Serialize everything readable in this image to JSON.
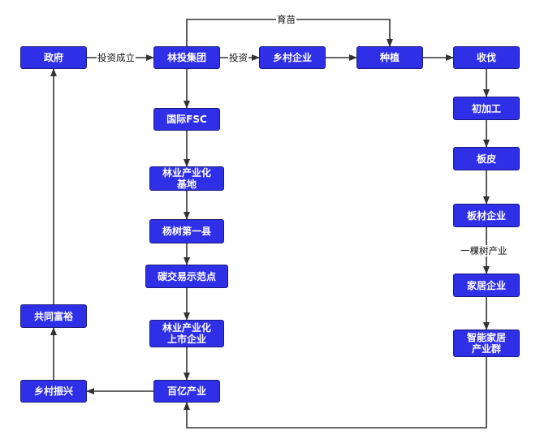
{
  "colors": {
    "node_fill": "#2f2fe8",
    "node_border": "#1b1b7a",
    "edge": "#333333"
  },
  "nodes": {
    "zhengfu": "政府",
    "lintou": "林投集团",
    "xiangcun_qiye": "乡村企业",
    "zhongzhi": "种植",
    "shoufa": "收伐",
    "guoji_fsc": "国际FSC",
    "chanyehua_jidi": "林业产业化\n基地",
    "yangshu": "杨树第一县",
    "tanjiaoyi": "碳交易示范点",
    "shangshi": "林业产业化\n上市企业",
    "baiyi": "百亿产业",
    "xiangcun_zhenxing": "乡村振兴",
    "gongtong_fuyu": "共同富裕",
    "chujiagong": "初加工",
    "banpi": "板皮",
    "bancai": "板材企业",
    "jiaju": "家居企业",
    "zhineng_jiaju": "智能家居\n产业群"
  },
  "edge_labels": {
    "touzi_chengli": "投资成立",
    "touzi": "投资",
    "yumiao": "育苗",
    "yikeshu": "一棵树产业"
  }
}
